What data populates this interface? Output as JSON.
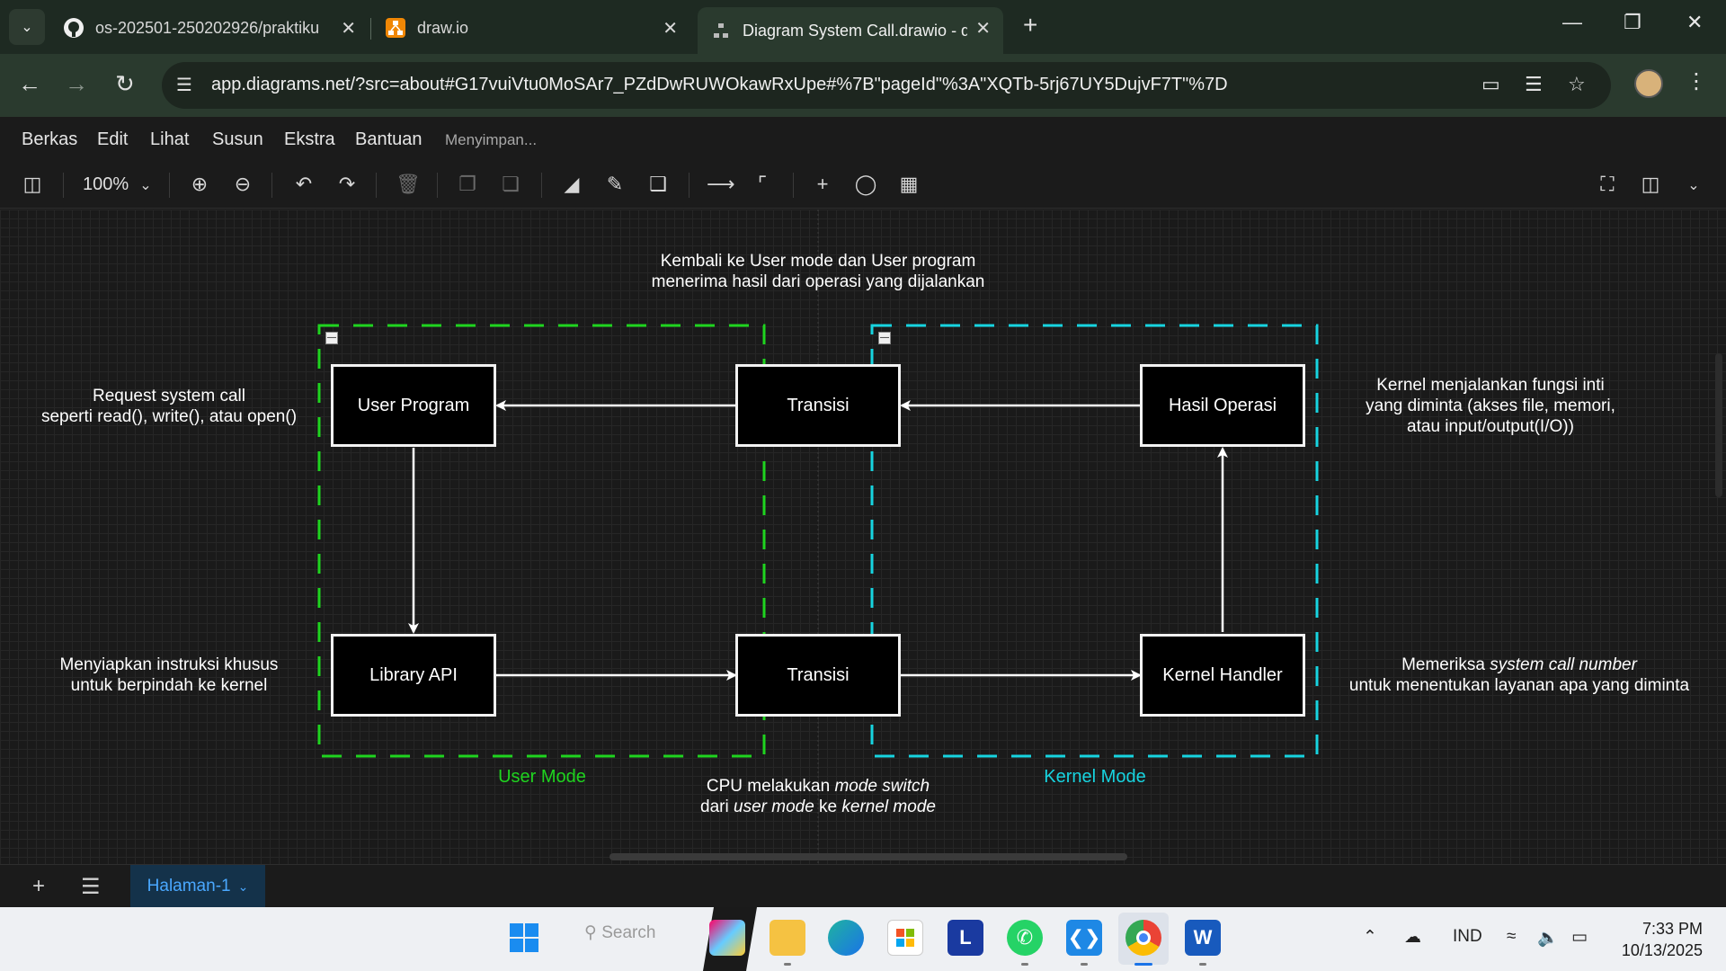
{
  "browser": {
    "tabs": [
      {
        "title": "os-202501-250202926/praktiku",
        "icon": "github-icon"
      },
      {
        "title": "draw.io",
        "icon": "drawio-icon"
      },
      {
        "title": "Diagram System Call.drawio - d",
        "icon": "drawio-page-icon"
      }
    ],
    "url": "app.diagrams.net/?src=about#G17vuiVtu0MoSAr7_PZdDwRUWOkawRxUpe#%7B\"pageId\"%3A\"XQTb-5rj67UY5DujvF7T\"%7D"
  },
  "menu": {
    "items": [
      "Berkas",
      "Edit",
      "Lihat",
      "Susun",
      "Ekstra",
      "Bantuan"
    ],
    "status": "Menyimpan..."
  },
  "toolbar": {
    "zoom": "100%"
  },
  "diagram": {
    "nodes": {
      "user_program": "User Program",
      "library_api": "Library API",
      "transisi_top": "Transisi",
      "transisi_bottom": "Transisi",
      "hasil_operasi": "Hasil Operasi",
      "kernel_handler": "Kernel Handler"
    },
    "notes": {
      "top_line1": "Kembali ke User mode dan User program",
      "top_line2": "menerima hasil dari operasi yang dijalankan",
      "req_line1": "Request system call",
      "req_line2": "seperti read(), write(), atau open()",
      "prep_line1": "Menyiapkan instruksi khusus",
      "prep_line2": "untuk berpindah ke kernel",
      "kern_line1": "Kernel menjalankan fungsi inti",
      "kern_line2": "yang diminta (akses file, memori,",
      "kern_line3": "atau input/output(I/O))",
      "check_line1_pre": "Memeriksa ",
      "check_line1_em": "system call number",
      "check_line2": "untuk menentukan layanan apa yang diminta",
      "cpu_line1_pre": "CPU melakukan ",
      "cpu_line1_em": "mode switch",
      "cpu_line2_pre": "dari ",
      "cpu_line2_em1": "user mode",
      "cpu_line2_mid": " ke ",
      "cpu_line2_em2": "kernel mode"
    },
    "modes": {
      "user": "User Mode",
      "kernel": "Kernel Mode"
    },
    "colors": {
      "user_mode": "#1fd41f",
      "kernel_mode": "#17d4e0"
    }
  },
  "pages": {
    "current": "Halaman-1"
  },
  "taskbar": {
    "search_placeholder": "Search",
    "language": "IND",
    "time": "7:33 PM",
    "date": "10/13/2025"
  }
}
